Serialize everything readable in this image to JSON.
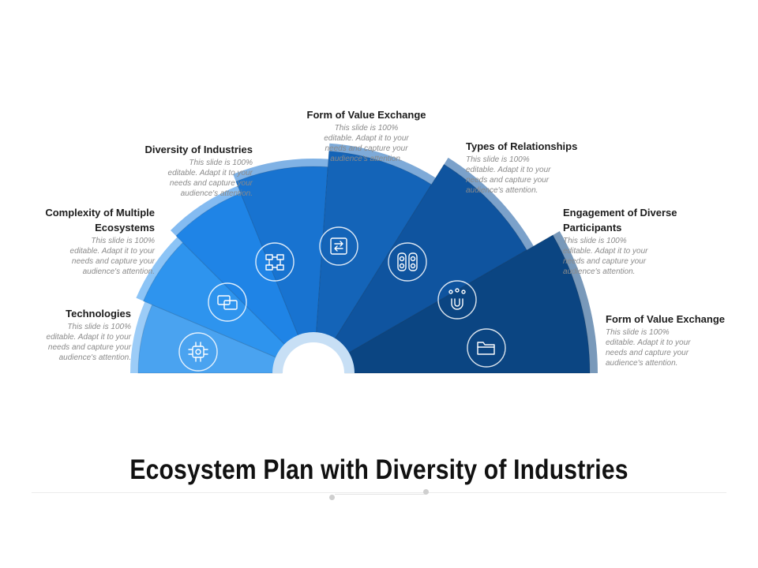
{
  "colors": {
    "seg1": "#4aa3f0",
    "seg2": "#2e94ee",
    "seg3": "#1f84e6",
    "seg4": "#1873d0",
    "seg5": "#1464b8",
    "seg6": "#0f549f",
    "seg7": "#0b4582",
    "seg8": "#093a6b",
    "bg": "#ffffff"
  },
  "segments": [
    {
      "icon": "circuit-chip-icon",
      "label": "Technologies",
      "description": "This slide is 100% editable. Adapt it to your needs and capture your audience's attention."
    },
    {
      "icon": "chat-windows-icon",
      "label": "Complexity of Multiple Ecosystems",
      "description": "This slide is 100% editable. Adapt it to your needs and capture your audience's attention."
    },
    {
      "icon": "industry-network-icon",
      "label": "Diversity of Industries",
      "description": "This slide is 100% editable. Adapt it to your needs and capture your audience's attention."
    },
    {
      "icon": "exchange-arrows-icon",
      "label": "Form of Value Exchange",
      "description": "This slide is 100% editable. Adapt it to your needs and capture your audience's attention."
    },
    {
      "icon": "people-link-icon",
      "label": "Types of Relationships",
      "description": "This slide is 100% editable. Adapt it to your needs and capture your audience's attention."
    },
    {
      "icon": "magnet-people-icon",
      "label": "Engagement of Diverse Participants",
      "description": "This slide is 100% editable. Adapt it to your needs and capture your audience's attention."
    },
    {
      "icon": "folder-icon",
      "label": "Form of Value Exchange",
      "description": "This slide is 100% editable. Adapt it to your needs and capture your audience's attention."
    }
  ],
  "title": "Ecosystem Plan with Diversity of Industries"
}
